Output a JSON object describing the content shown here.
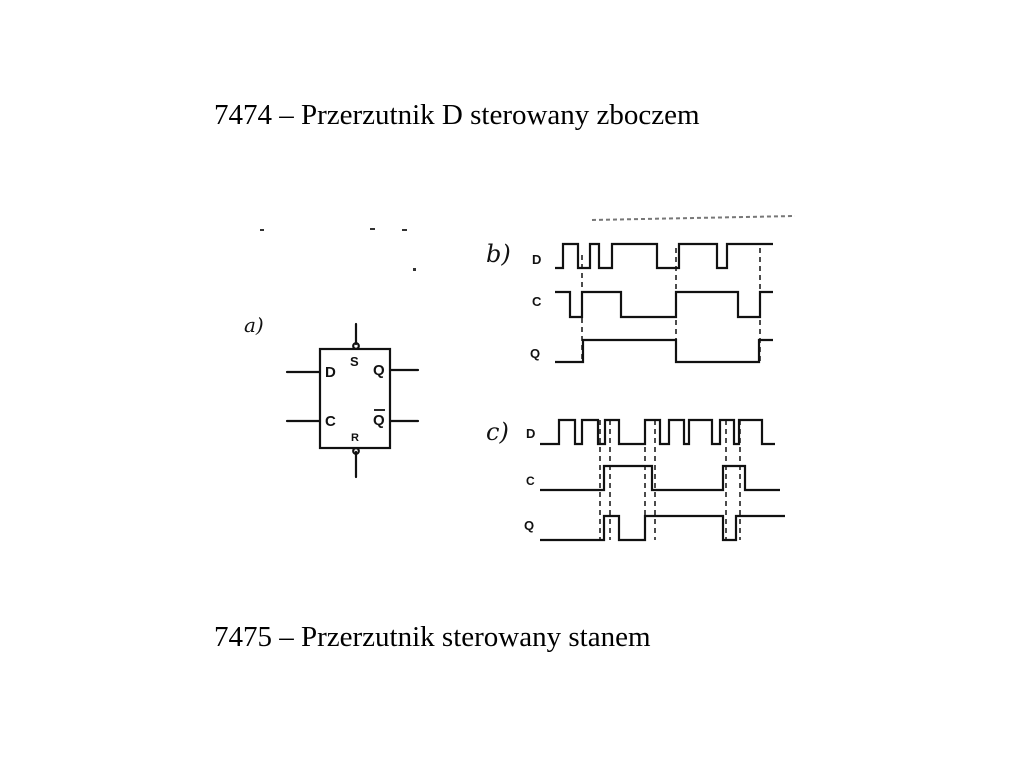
{
  "slide": {
    "title_top": "7474 – Przerzutnik D sterowany zboczem",
    "title_bottom": "7475 – Przerzutnik sterowany stanem"
  },
  "diagram": {
    "panel_a": {
      "label": "a)",
      "pins": {
        "d": "D",
        "c": "C",
        "s": "S",
        "r": "R",
        "q": "Q",
        "qbar": "Q"
      }
    },
    "panel_b": {
      "label": "b)",
      "signals": [
        "D",
        "C",
        "Q"
      ]
    },
    "panel_c": {
      "label": "c)",
      "signals": [
        "D",
        "C",
        "Q"
      ]
    }
  }
}
